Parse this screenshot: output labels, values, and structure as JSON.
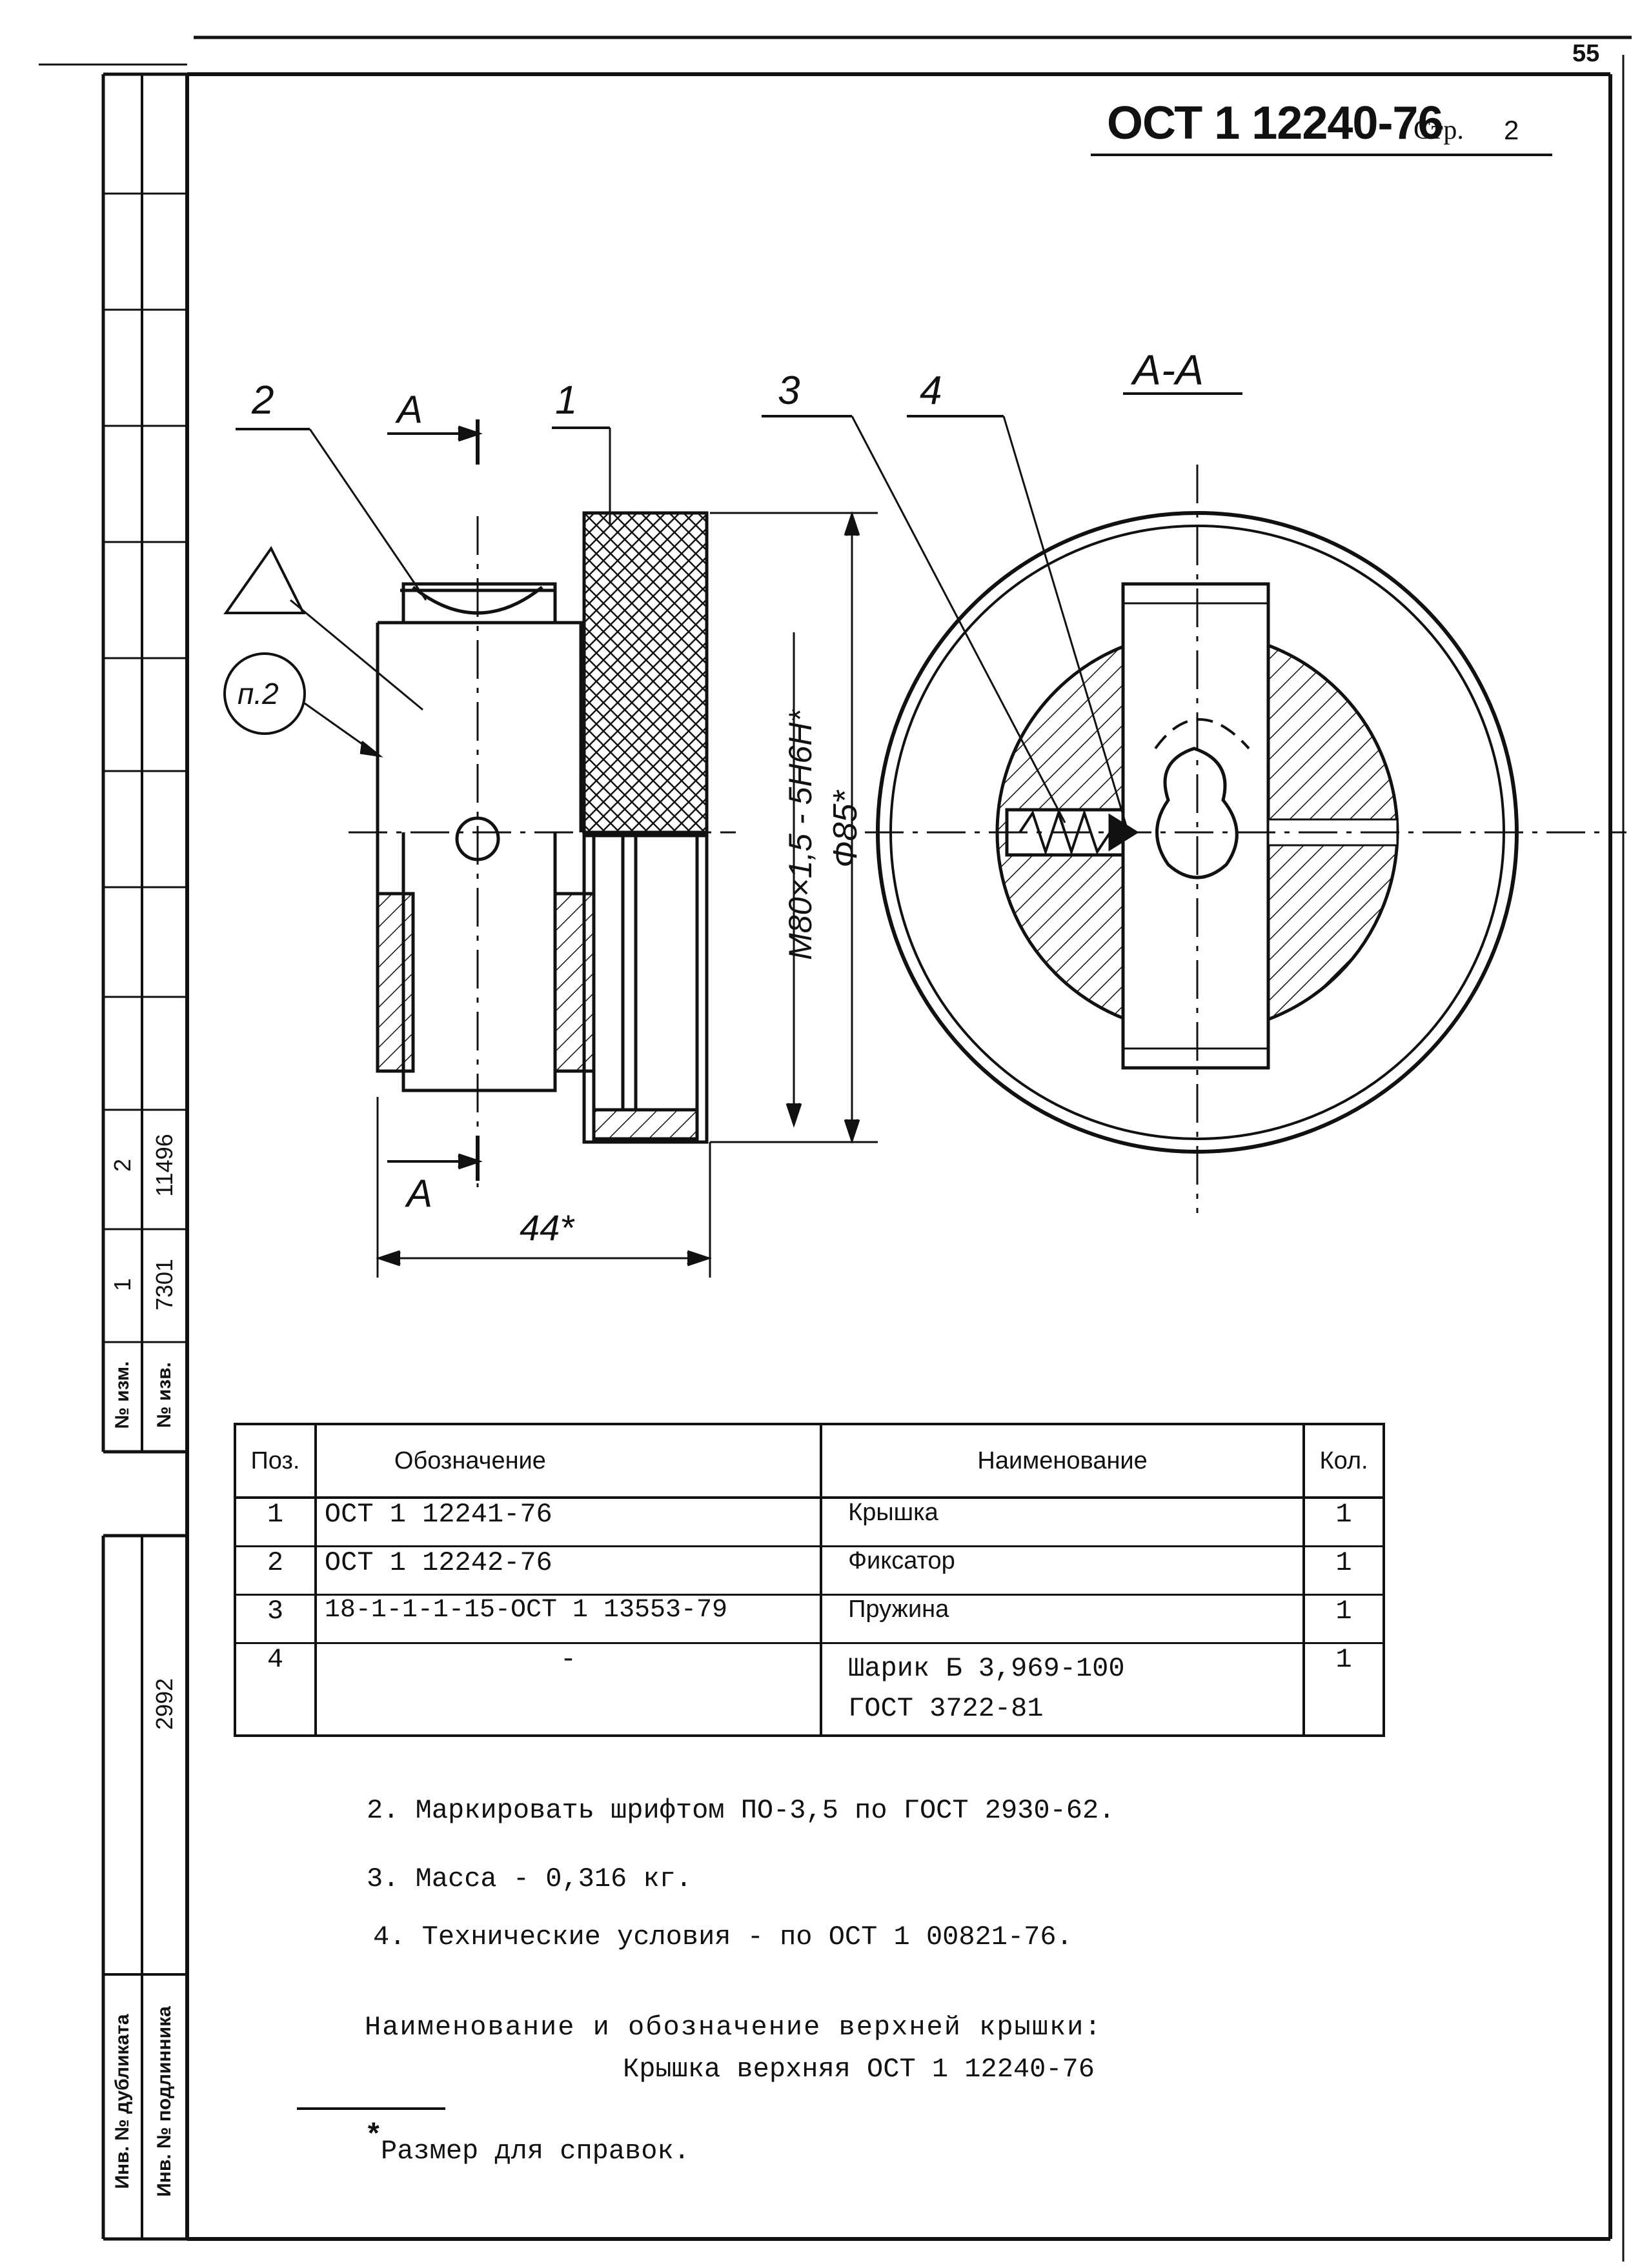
{
  "header": {
    "page_number": "55",
    "standard": "ОСТ 1 12240-76",
    "page_label": "Стр.",
    "page_value": "2"
  },
  "drawing": {
    "section_title": "А-А",
    "section_mark_top": "А",
    "section_mark_bottom": "А",
    "callouts": [
      "2",
      "1",
      "3",
      "4"
    ],
    "marking_note": "п.2",
    "dim_thread": "М80×1,5 - 5Н6Н*",
    "dim_diameter": "Ф85*",
    "dim_length": "44*"
  },
  "stamp": {
    "change_label": "№ изм.",
    "doc_label": "№ изв.",
    "change_values": [
      "1",
      "2"
    ],
    "doc_values": [
      "7301",
      "11496"
    ],
    "dup_number": "2992",
    "dup_label": "Инв. № дубликата",
    "orig_label": "Инв. № подлинника"
  },
  "table": {
    "headers": {
      "pos": "Поз.",
      "designation": "Обозначение",
      "name": "Наименование",
      "qty": "Кол."
    },
    "rows": [
      {
        "pos": "1",
        "designation": "ОСТ 1 12241-76",
        "name": "Крышка",
        "name2": "",
        "qty": "1"
      },
      {
        "pos": "2",
        "designation": "ОСТ 1 12242-76",
        "name": "Фиксатор",
        "name2": "",
        "qty": "1"
      },
      {
        "pos": "3",
        "designation": "18-1-1-1-15-ОСТ 1 13553-79",
        "name": "Пружина",
        "name2": "",
        "qty": "1"
      },
      {
        "pos": "4",
        "designation": "-",
        "name": "Шарик Б 3,969-100",
        "name2": "ГОСТ 3722-81",
        "qty": "1"
      }
    ]
  },
  "notes": {
    "n2": "2. Маркировать шрифтом ПО-3,5 по ГОСТ 2930-62.",
    "n3": "3. Масса - 0,316 кг.",
    "n4": "4. Технические условия - по ОСТ 1 00821-76.",
    "naming_title": "Наименование и обозначение верхней крышки:",
    "naming_value": "Крышка верхняя ОСТ 1 12240-76",
    "footnote_mark": "*",
    "footnote": "Размер для справок."
  }
}
